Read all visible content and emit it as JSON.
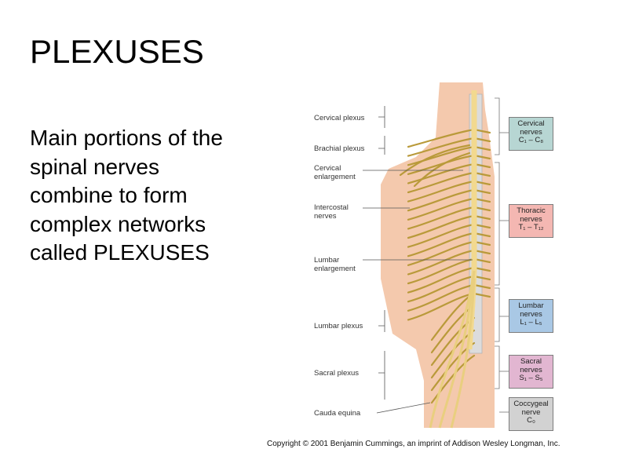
{
  "slide": {
    "title": "PLEXUSES",
    "body_lines": [
      "Main portions of the",
      "spinal nerves",
      "combine to form",
      "complex networks",
      "called PLEXUSES"
    ]
  },
  "figure": {
    "left_labels": {
      "cervical_plexus": "Cervical plexus",
      "brachial_plexus": "Brachial plexus",
      "cervical_enlargement": [
        "Cervical",
        "enlargement"
      ],
      "intercostal_nerves": [
        "Intercostal",
        "nerves"
      ],
      "lumbar_enlargement": [
        "Lumbar",
        "enlargement"
      ],
      "lumbar_plexus": "Lumbar plexus",
      "sacral_plexus": "Sacral plexus",
      "cauda_equina": "Cauda equina"
    },
    "right_boxes": {
      "cervical": {
        "lines": [
          "Cervical",
          "nerves",
          "C₁ – C₈"
        ],
        "color": "#b7d6d3"
      },
      "thoracic": {
        "lines": [
          "Thoracic",
          "nerves",
          "T₁ – T₁₂"
        ],
        "color": "#f4b7b2"
      },
      "lumbar": {
        "lines": [
          "Lumbar",
          "nerves",
          "L₁ – L₅"
        ],
        "color": "#a9c8e5"
      },
      "sacral": {
        "lines": [
          "Sacral",
          "nerves",
          "S₁ – S₅"
        ],
        "color": "#e2b6d1"
      },
      "coccygeal": {
        "lines": [
          "Coccygeal",
          "nerve",
          "C₀"
        ],
        "color": "#d2d2d2"
      }
    },
    "colors": {
      "skin": "#f4c9ad",
      "nerve": "#f2d98f",
      "nerve_outline": "#b99a3a",
      "spine": "#dcdcdc"
    }
  },
  "copyright": "Copyright © 2001 Benjamin Cummings, an imprint of Addison Wesley Longman, Inc."
}
